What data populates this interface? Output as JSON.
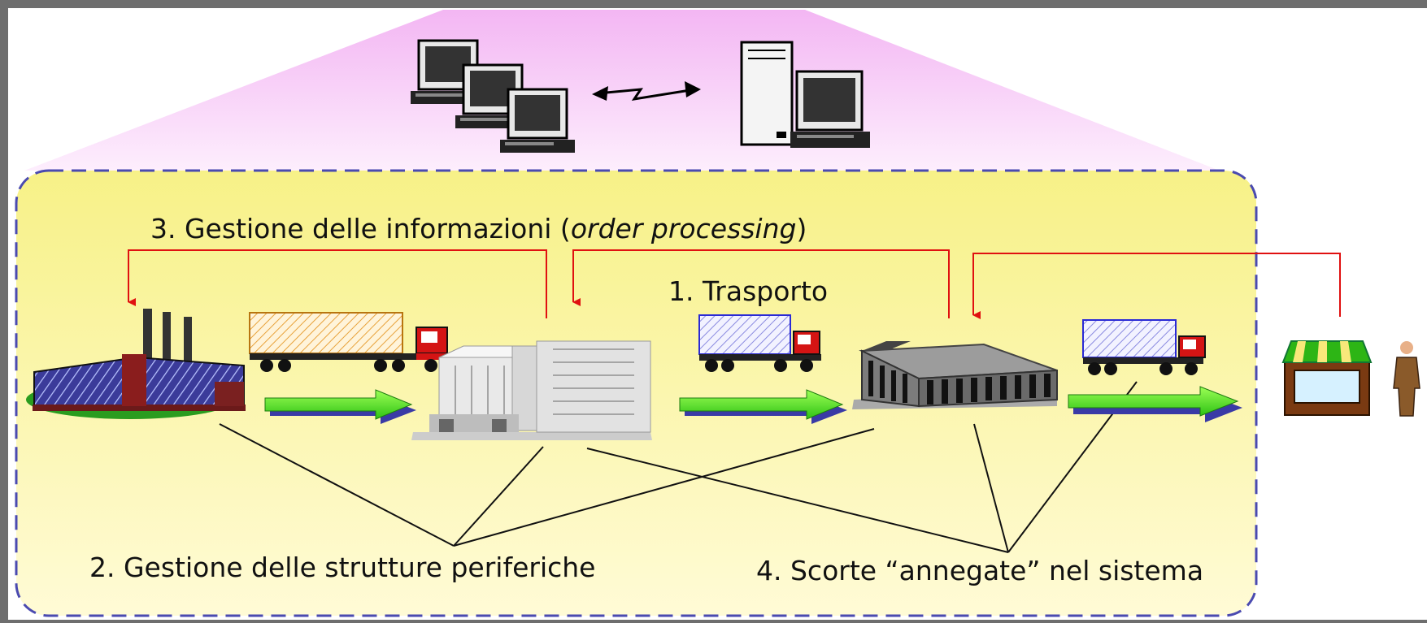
{
  "labels": {
    "order_processing_prefix": "3. Gestione delle informazioni (",
    "order_processing_italic": "order processing",
    "order_processing_suffix": ")",
    "transport": "1. Trasporto",
    "peripheral_structures": "2. Gestione delle strutture periferiche",
    "stock": "4. Scorte “annegate” nel sistema"
  },
  "icons": [
    "client-computers-icon",
    "network-link-icon",
    "server-computer-icon",
    "factory-icon",
    "truck-large-icon",
    "truck-medium-icon",
    "truck-small-icon",
    "central-warehouse-icon",
    "regional-warehouse-icon",
    "shop-icon",
    "customer-icon",
    "flow-arrow-icon"
  ],
  "colors": {
    "background": "#6e6e6e",
    "panel": "#ffffff",
    "info_layer": "#f4c6f4",
    "logistics_area": "#fbf7a3",
    "info_flow": "#e01010",
    "material_flow": "#55e02a",
    "border": "#4a4ab0"
  }
}
